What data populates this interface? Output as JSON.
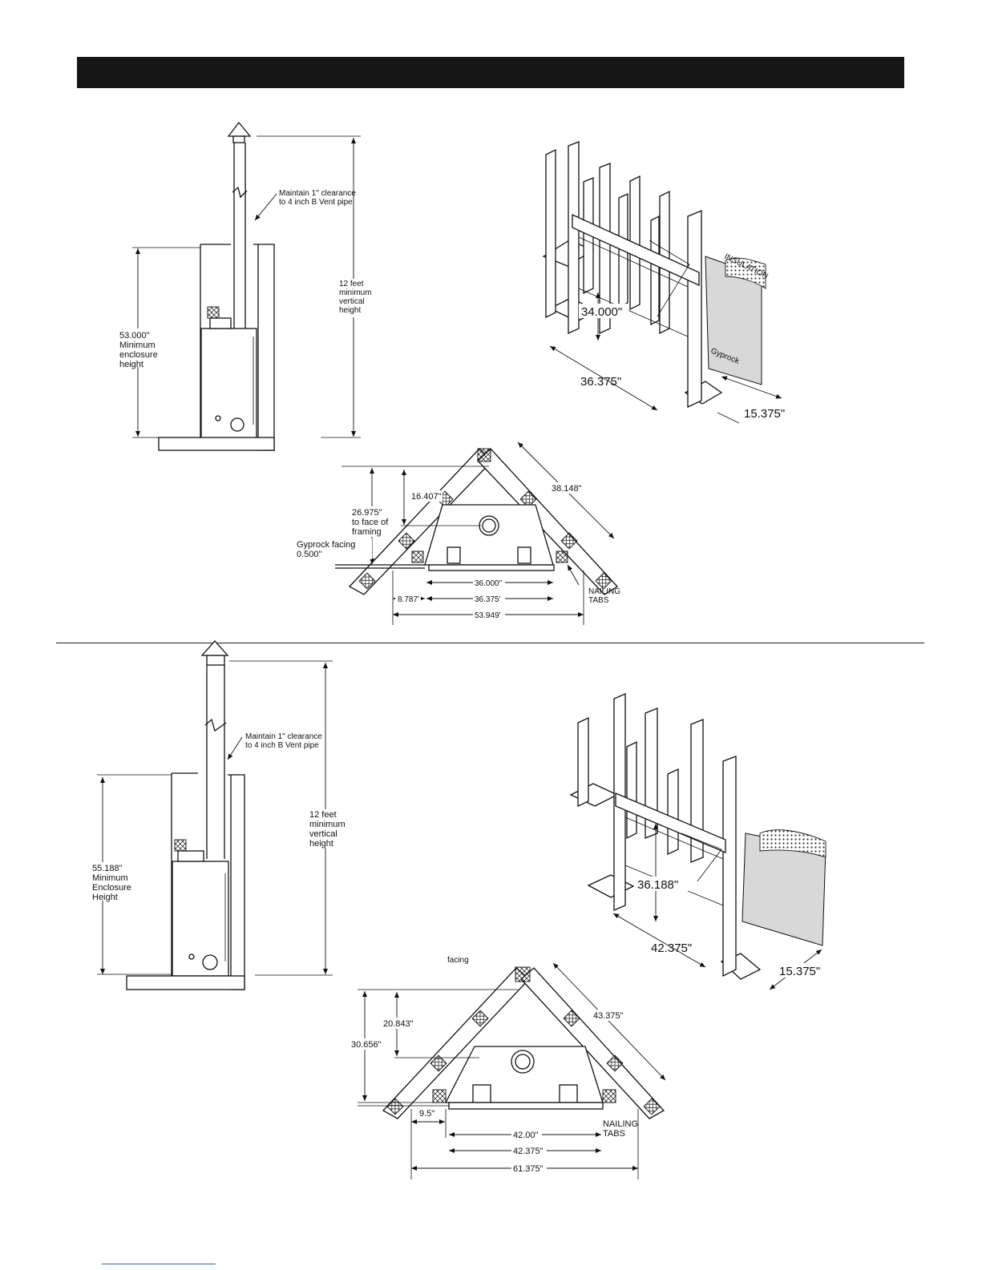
{
  "upper": {
    "side_view": {
      "clearance_note": [
        "Maintain 1\" clearance",
        "to 4 inch B Vent pipe"
      ],
      "min_vertical_height": [
        "12 feet",
        "minimum",
        "vertical",
        "height"
      ],
      "enclosure_height": [
        "53.000\"",
        "Minimum",
        "enclosure",
        "height"
      ]
    },
    "framing_iso": {
      "height_dim": "34.000\"",
      "width_dim": "36.375\"",
      "depth_dim": "15.375\"",
      "insulation_label": "INSULATION",
      "gyprock_label": "Gyprock"
    },
    "corner_plan": {
      "diag_dim": "38.148\"",
      "depth_dim": "16.407\"",
      "face_dim": [
        "26.975\"",
        "to face of",
        "framing"
      ],
      "gyprock_facing": [
        "Gyprock facing",
        "0.500\""
      ],
      "inner_width": "36.000\"",
      "outer_width": "36.375'",
      "side_offset": "8.787'",
      "total_width": "53.949'",
      "nailing_tabs": [
        "NAILING",
        "TABS"
      ]
    }
  },
  "lower": {
    "side_view": {
      "clearance_note": [
        "Maintain 1\" clearance",
        "to 4 inch B Vent pipe"
      ],
      "min_vertical_height": [
        "12 feet",
        "minimum",
        "vertical",
        "height"
      ],
      "enclosure_height": [
        "55.188\"",
        "Minimum",
        "Enclosure",
        "Height"
      ]
    },
    "framing_iso": {
      "height_dim": "36.188\"",
      "width_dim": "42.375\"",
      "depth_dim": "15.375\""
    },
    "corner_plan": {
      "facing_label": "facing",
      "diag_dim": "43.375\"",
      "depth_dim": "20.843\"",
      "face_dim": "30.656\"",
      "side_offset": "9.5\"",
      "inner_width": "42.00\"",
      "outer_width": "42.375\"",
      "total_width": "61.375\"",
      "nailing_tabs": [
        "NAILING",
        "TABS"
      ]
    }
  }
}
